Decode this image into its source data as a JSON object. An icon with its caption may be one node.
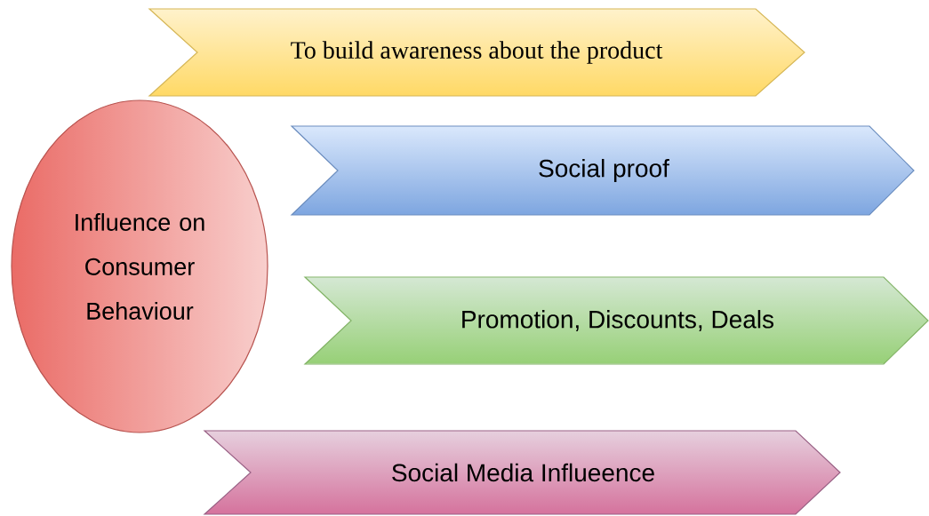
{
  "diagram": {
    "nodes": [
      {
        "text": [
          "Influence on Consumer Behaviour"
        ]
      },
      {
        "text": [
          "To  build awareness about the product"
        ]
      },
      {
        "text": [
          "Social proof"
        ]
      },
      {
        "text": [
          "Promotion, Discounts, Deals"
        ]
      },
      {
        "text": [
          "Social Media Influeence"
        ]
      }
    ]
  }
}
